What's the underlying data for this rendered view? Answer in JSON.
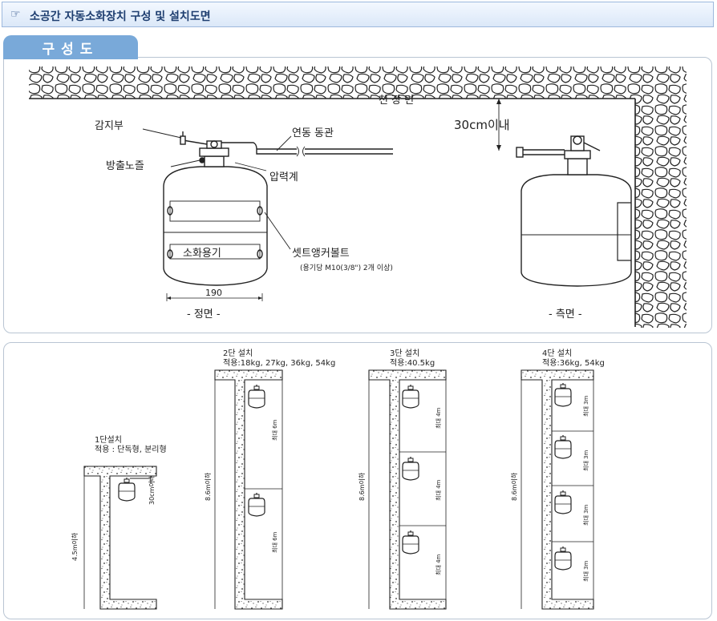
{
  "header": {
    "icon": "pointing-hand-icon",
    "title": "소공간 자동소화장치 구성 및 설치도면"
  },
  "tab": {
    "label": "구성도"
  },
  "top": {
    "ceiling": "천 장 면",
    "distance": "30cm이내",
    "sensor": "감지부",
    "pipe": "연동 동관",
    "nozzle": "방출노즐",
    "gauge": "압력계",
    "container": "소화용기",
    "anchor": "셋트앵커볼트",
    "anchor_note": "(용기당 M10(3/8\") 2개 이상)",
    "width": "190",
    "front": "- 정면 -",
    "side": "- 측면 -"
  },
  "bottom": {
    "one": {
      "title": "1단설치",
      "apply": "적용 : 단독형, 분리형",
      "height": "4.5m이하",
      "gap": "30cm이내"
    },
    "two": {
      "title": "2단 설치",
      "apply": "적용:18kg, 27kg, 36kg, 54kg",
      "height": "8.6m이하",
      "span": "최대 6m"
    },
    "three": {
      "title": "3단 설치",
      "apply": "적용:40.5kg",
      "height": "8.6m이하",
      "span": "최대 4m"
    },
    "four": {
      "title": "4단 설치",
      "apply": "적용:36kg, 54kg",
      "height": "8.6m이하",
      "span": "최대 3m"
    }
  }
}
